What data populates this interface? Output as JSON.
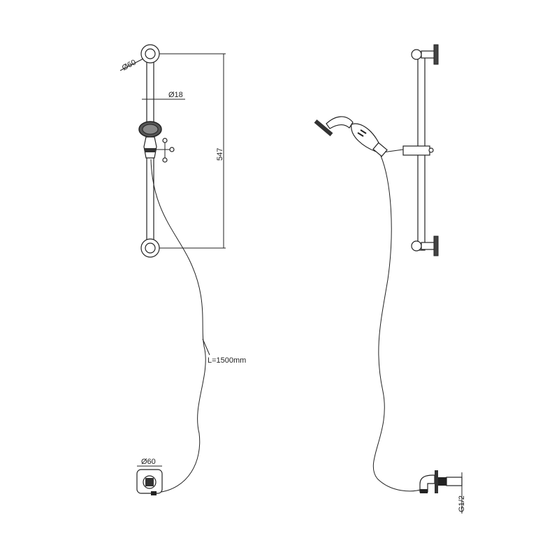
{
  "drawing": {
    "front_view": {
      "bracket_diameter": "Ø60",
      "rail_diameter": "Ø18",
      "rail_height": "547",
      "hose_length": "L=1500mm",
      "outlet_diameter": "Ø60"
    },
    "side_view": {
      "outlet_thread": "G1/2"
    }
  }
}
